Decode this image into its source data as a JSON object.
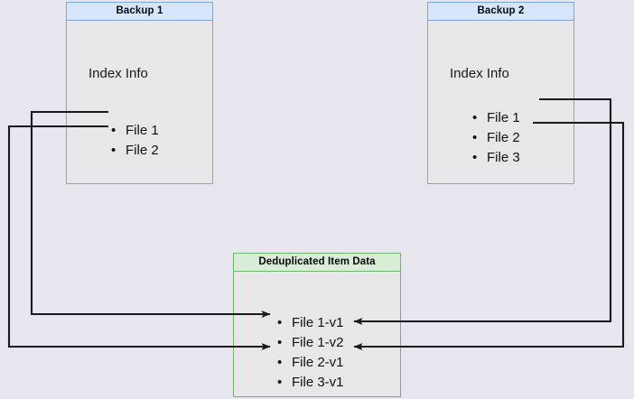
{
  "diagram": {
    "title": "Backup deduplication index diagram",
    "background_color": "#e7e6ee",
    "node_fill": "#e8e6e9",
    "blue_border": "#7ea6d9",
    "blue_header_fill": "#d6e6fa",
    "green_border": "#6fb56f",
    "green_header_fill": "#d8ecd6",
    "edge_color": "#1a1a1a"
  },
  "nodes": {
    "backup1": {
      "header": "Backup 1",
      "caption": "Index Info",
      "items": [
        {
          "label": "File 1"
        },
        {
          "label": "File 2"
        }
      ]
    },
    "backup2": {
      "header": "Backup 2",
      "caption": "Index Info",
      "items": [
        {
          "label": "File 1"
        },
        {
          "label": "File 2"
        },
        {
          "label": "File 3"
        }
      ]
    },
    "dedup": {
      "header": "Deduplicated Item Data",
      "items": [
        {
          "label": "File 1-v1"
        },
        {
          "label": "File 1-v2"
        },
        {
          "label": "File 2-v1"
        },
        {
          "label": "File 3-v1"
        }
      ]
    }
  },
  "edges": [
    {
      "name": "backup1-file1-to-file1v1",
      "from": "Backup 1 / File 1",
      "to": "Deduplicated Item Data / File 1-v1"
    },
    {
      "name": "backup1-file2-to-file2v1",
      "from": "Backup 1 / File 2",
      "to": "Deduplicated Item Data / File 2-v1"
    },
    {
      "name": "backup2-file1-to-file1v2",
      "from": "Backup 2 / File 1",
      "to": "Deduplicated Item Data / File 1-v2"
    },
    {
      "name": "backup2-file2-to-file2v1",
      "from": "Backup 2 / File 2",
      "to": "Deduplicated Item Data / File 2-v1"
    }
  ]
}
